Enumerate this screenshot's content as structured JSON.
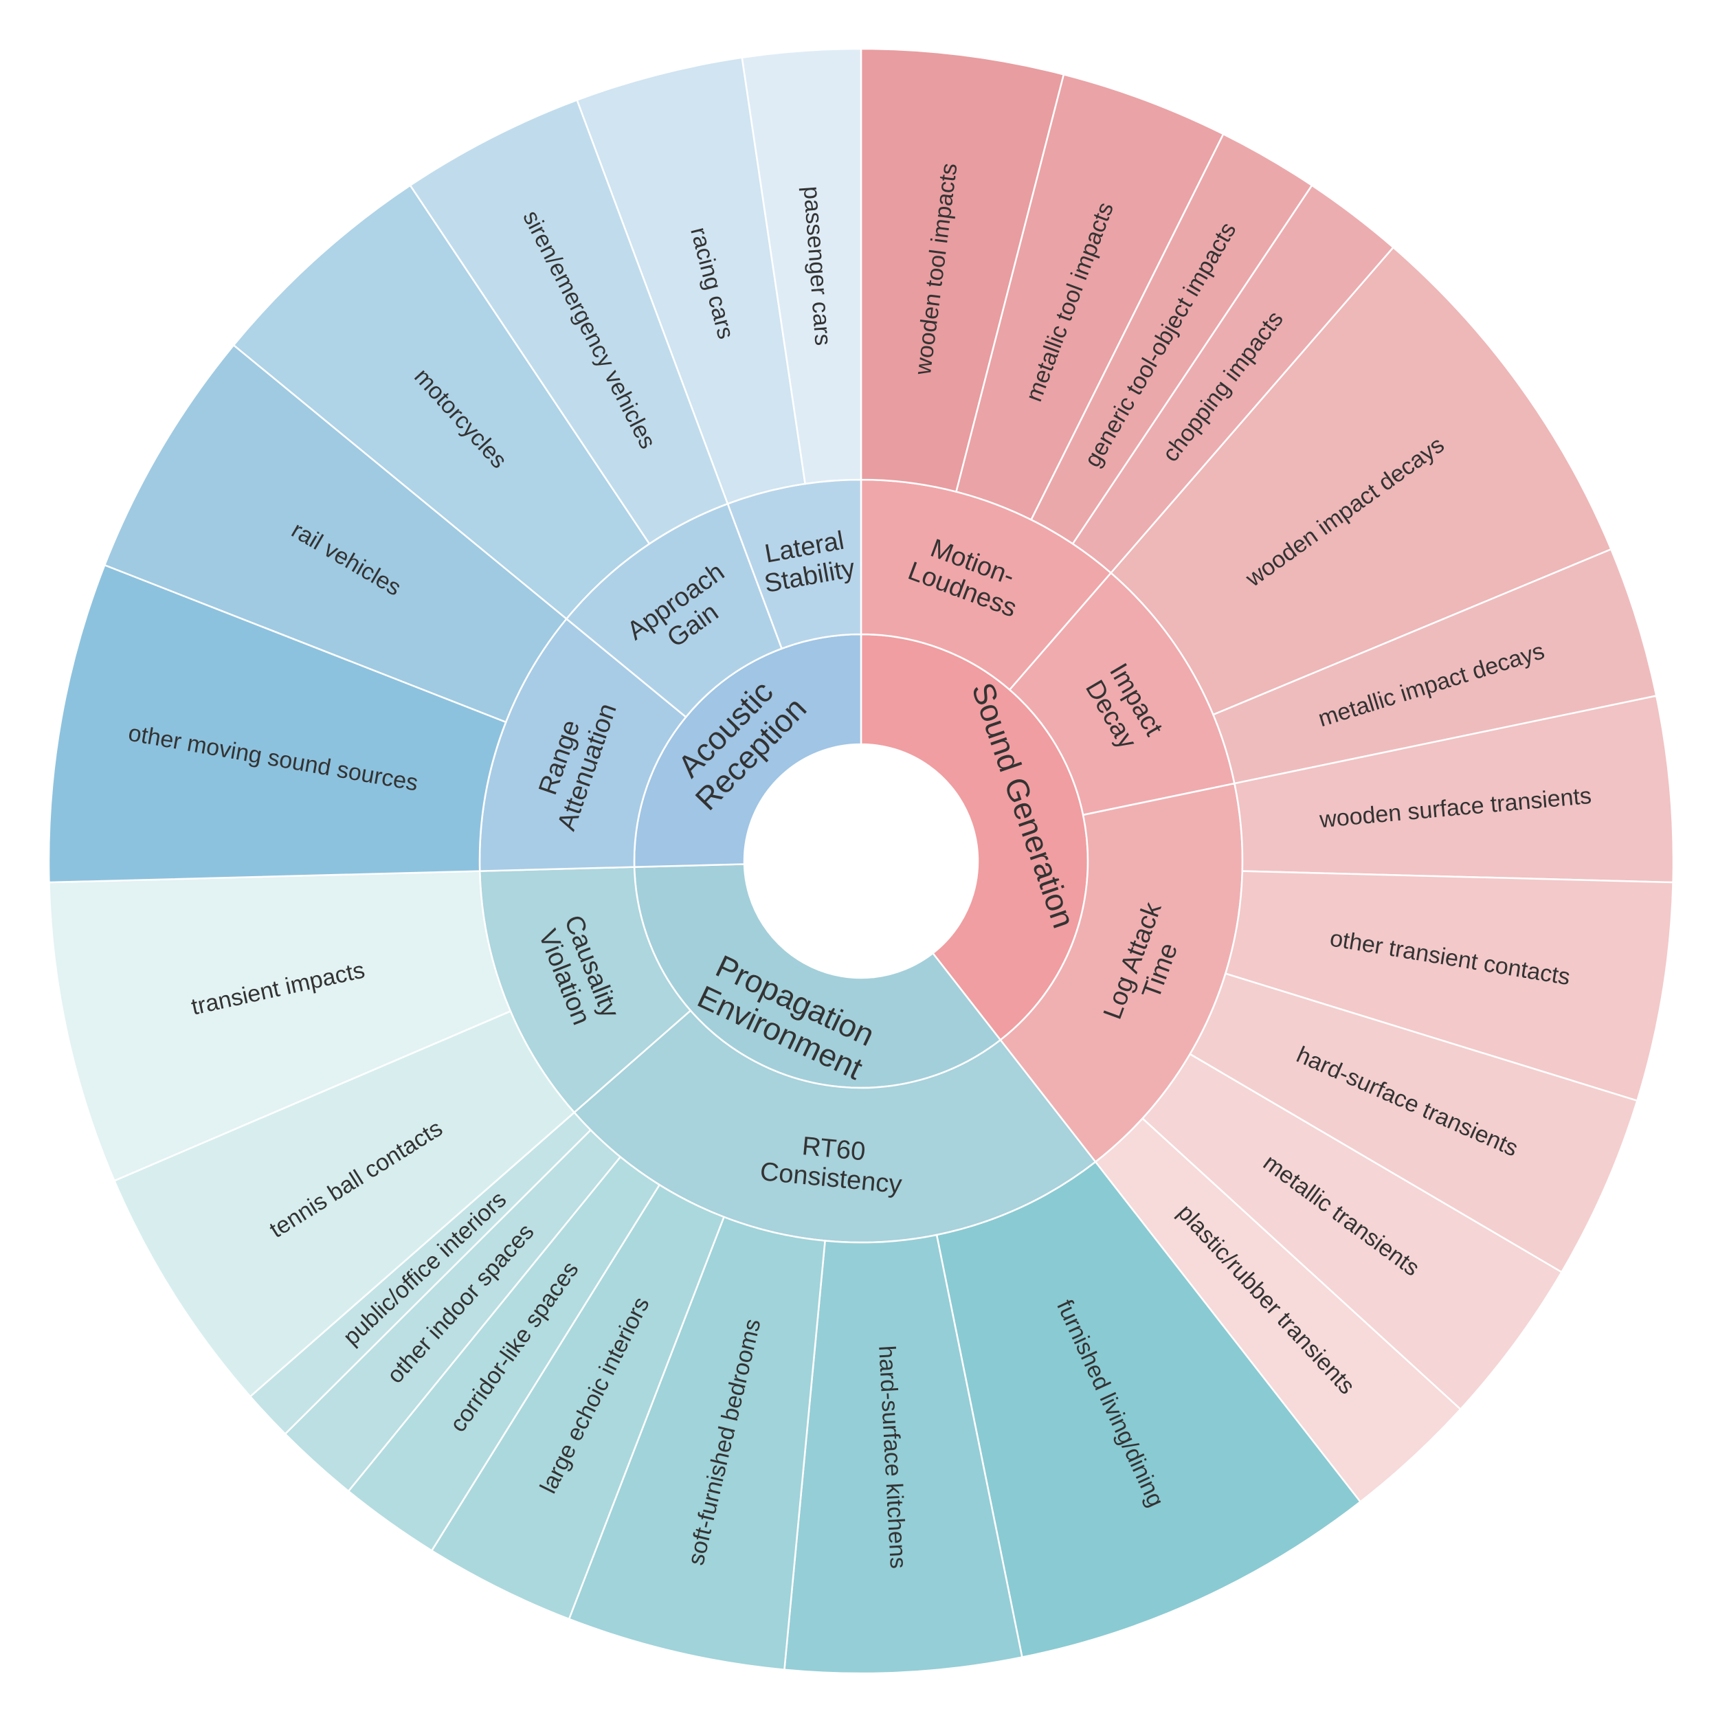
{
  "chart_data": {
    "type": "sunburst",
    "ring_order_note": "innermost ring = top-level categories, middle ring = sub-dimensions, outer ring = leaf categories; values are angular spans in degrees",
    "children": [
      {
        "name": "Sound Generation",
        "color": "#F09EA1",
        "children": [
          {
            "name": "Motion-\nLoudness",
            "color": "#F0A7AA",
            "children": [
              {
                "name": "wooden tool impacts",
                "value": 12,
                "color": "#E89DA0"
              },
              {
                "name": "metallic tool impacts",
                "value": 10,
                "color": "#EAA3A6"
              },
              {
                "name": "generic tool-object impacts",
                "value": 6,
                "color": "#EBA8AB"
              },
              {
                "name": "chopping impacts",
                "value": 6,
                "color": "#ECADB0"
              }
            ]
          },
          {
            "name": "Impact\nDecay",
            "color": "#F0ABAE",
            "children": [
              {
                "name": "wooden impact decays",
                "value": 22,
                "color": "#EEB7B8"
              },
              {
                "name": "metallic impact decays",
                "value": 9,
                "color": "#EFBCBD"
              }
            ]
          },
          {
            "name": "Log Attack\nTime",
            "color": "#F0B0B2",
            "children": [
              {
                "name": "wooden surface transients",
                "value": 11,
                "color": "#F1C3C4"
              },
              {
                "name": "other transient contacts",
                "value": 13,
                "color": "#F3C9CA"
              },
              {
                "name": "hard-surface transients",
                "value": 11,
                "color": "#F4CFCF"
              },
              {
                "name": "metallic transients",
                "value": 10,
                "color": "#F5D5D5"
              },
              {
                "name": "plastic/rubber transients",
                "value": 8,
                "color": "#F7DADA"
              }
            ]
          }
        ]
      },
      {
        "name": "Propagation\nEnvironment",
        "color": "#A3CFDA",
        "children": [
          {
            "name": "RT60\nConsistency",
            "color": "#A8D2DC",
            "children": [
              {
                "name": "furnished living/dining",
                "value": 22,
                "color": "#8ACAD3"
              },
              {
                "name": "hard-surface kitchens",
                "value": 14,
                "color": "#95CED7"
              },
              {
                "name": "soft-furnished bedrooms",
                "value": 13,
                "color": "#A0D3DA"
              },
              {
                "name": "large echoic interiors",
                "value": 9,
                "color": "#ABD8DD"
              },
              {
                "name": "corridor-like spaces",
                "value": 6,
                "color": "#B3DCE0"
              },
              {
                "name": "other indoor spaces",
                "value": 5,
                "color": "#BBDFE3"
              },
              {
                "name": "public/office interiors",
                "value": 3,
                "color": "#C4E3E6"
              }
            ]
          },
          {
            "name": "Causality\nViolation",
            "color": "#ADD6DE",
            "children": [
              {
                "name": "tennis ball contacts",
                "value": 15,
                "color": "#D8EEEE"
              },
              {
                "name": "transient impacts",
                "value": 18,
                "color": "#E3F2F2"
              }
            ]
          }
        ]
      },
      {
        "name": "Acoustic\nReception",
        "color": "#A0C5E5",
        "children": [
          {
            "name": "Range\nAttenuation",
            "color": "#A8CCE6",
            "children": [
              {
                "name": "other moving sound sources",
                "value": 19,
                "color": "#8DC2DE"
              },
              {
                "name": "rail vehicles",
                "value": 15,
                "color": "#9FCAE2"
              }
            ]
          },
          {
            "name": "Approach\nGain",
            "color": "#AFD1E8",
            "children": [
              {
                "name": "motorcycles",
                "value": 14,
                "color": "#AFD3E7"
              },
              {
                "name": "siren/emergency vehicles",
                "value": 11,
                "color": "#C0DCEC"
              }
            ]
          },
          {
            "name": "Lateral\nStability",
            "color": "#B7D5EA",
            "children": [
              {
                "name": "racing cars",
                "value": 10,
                "color": "#D0E4F1"
              },
              {
                "name": "passenger cars",
                "value": 7,
                "color": "#DFECF6"
              }
            ]
          }
        ]
      }
    ]
  }
}
